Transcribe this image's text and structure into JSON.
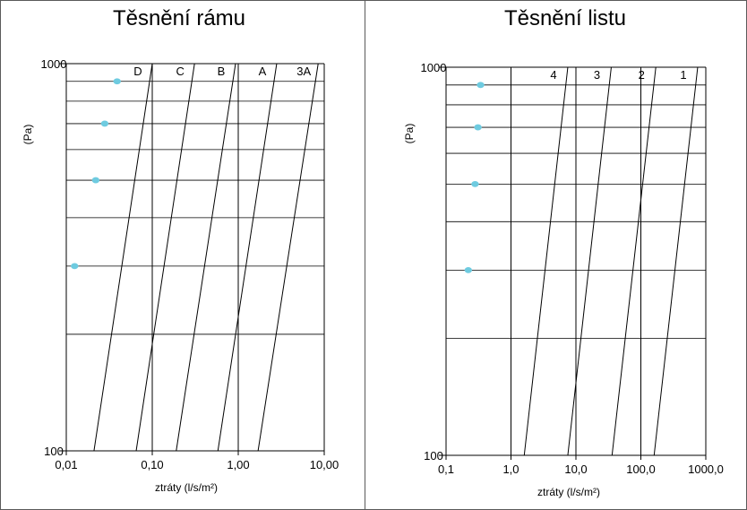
{
  "colors": {
    "frame": "#5a5a5a",
    "grid": "#000000",
    "point": "#6ecbe0"
  },
  "chart_data": [
    {
      "type": "scatter",
      "title": "Těsnění rámu",
      "xlabel": "ztráty (l/s/m²)",
      "ylabel": "(Pa)",
      "x_scale": "log",
      "y_scale": "log",
      "xlim": [
        0.01,
        10
      ],
      "ylim": [
        100,
        1000
      ],
      "x_ticks": [
        0.01,
        0.1,
        1,
        10
      ],
      "x_tick_labels": [
        "0,01",
        "0,10",
        "1,00",
        "10,00"
      ],
      "y_tick_labels": [
        "100",
        "1000"
      ],
      "y_gridlines": [
        200,
        300,
        400,
        500,
        600,
        700,
        800,
        900
      ],
      "class_lines": [
        {
          "name": "D",
          "x_at_100": 0.021,
          "x_at_1000": 0.1
        },
        {
          "name": "C",
          "x_at_100": 0.065,
          "x_at_1000": 0.31
        },
        {
          "name": "B",
          "x_at_100": 0.19,
          "x_at_1000": 0.93
        },
        {
          "name": "A",
          "x_at_100": 0.58,
          "x_at_1000": 2.8
        },
        {
          "name": "3A",
          "x_at_100": 1.7,
          "x_at_1000": 8.5
        }
      ],
      "series": [
        {
          "points": [
            [
              0.039,
              900
            ],
            [
              0.028,
              700
            ],
            [
              0.022,
              500
            ],
            [
              0.0125,
              300
            ]
          ]
        }
      ]
    },
    {
      "type": "scatter",
      "title": "Těsnění  listu",
      "xlabel": "ztráty (l/s/m²)",
      "ylabel": "(Pa)",
      "x_scale": "log",
      "y_scale": "log",
      "xlim": [
        0.1,
        1000
      ],
      "ylim": [
        100,
        1000
      ],
      "x_ticks": [
        0.1,
        1,
        10,
        100,
        1000
      ],
      "x_tick_labels": [
        "0,1",
        "1,0",
        "10,0",
        "100,0",
        "1000,0"
      ],
      "y_tick_labels": [
        "100",
        "1000"
      ],
      "y_gridlines": [
        200,
        300,
        400,
        500,
        600,
        700,
        800,
        900
      ],
      "class_lines": [
        {
          "name": "4",
          "x_at_100": 1.6,
          "x_at_1000": 7.5
        },
        {
          "name": "3",
          "x_at_100": 7.5,
          "x_at_1000": 35
        },
        {
          "name": "2",
          "x_at_100": 36,
          "x_at_1000": 170
        },
        {
          "name": "1",
          "x_at_100": 160,
          "x_at_1000": 750
        }
      ],
      "series": [
        {
          "points": [
            [
              0.34,
              900
            ],
            [
              0.31,
              700
            ],
            [
              0.28,
              500
            ],
            [
              0.22,
              300
            ]
          ]
        }
      ]
    }
  ]
}
